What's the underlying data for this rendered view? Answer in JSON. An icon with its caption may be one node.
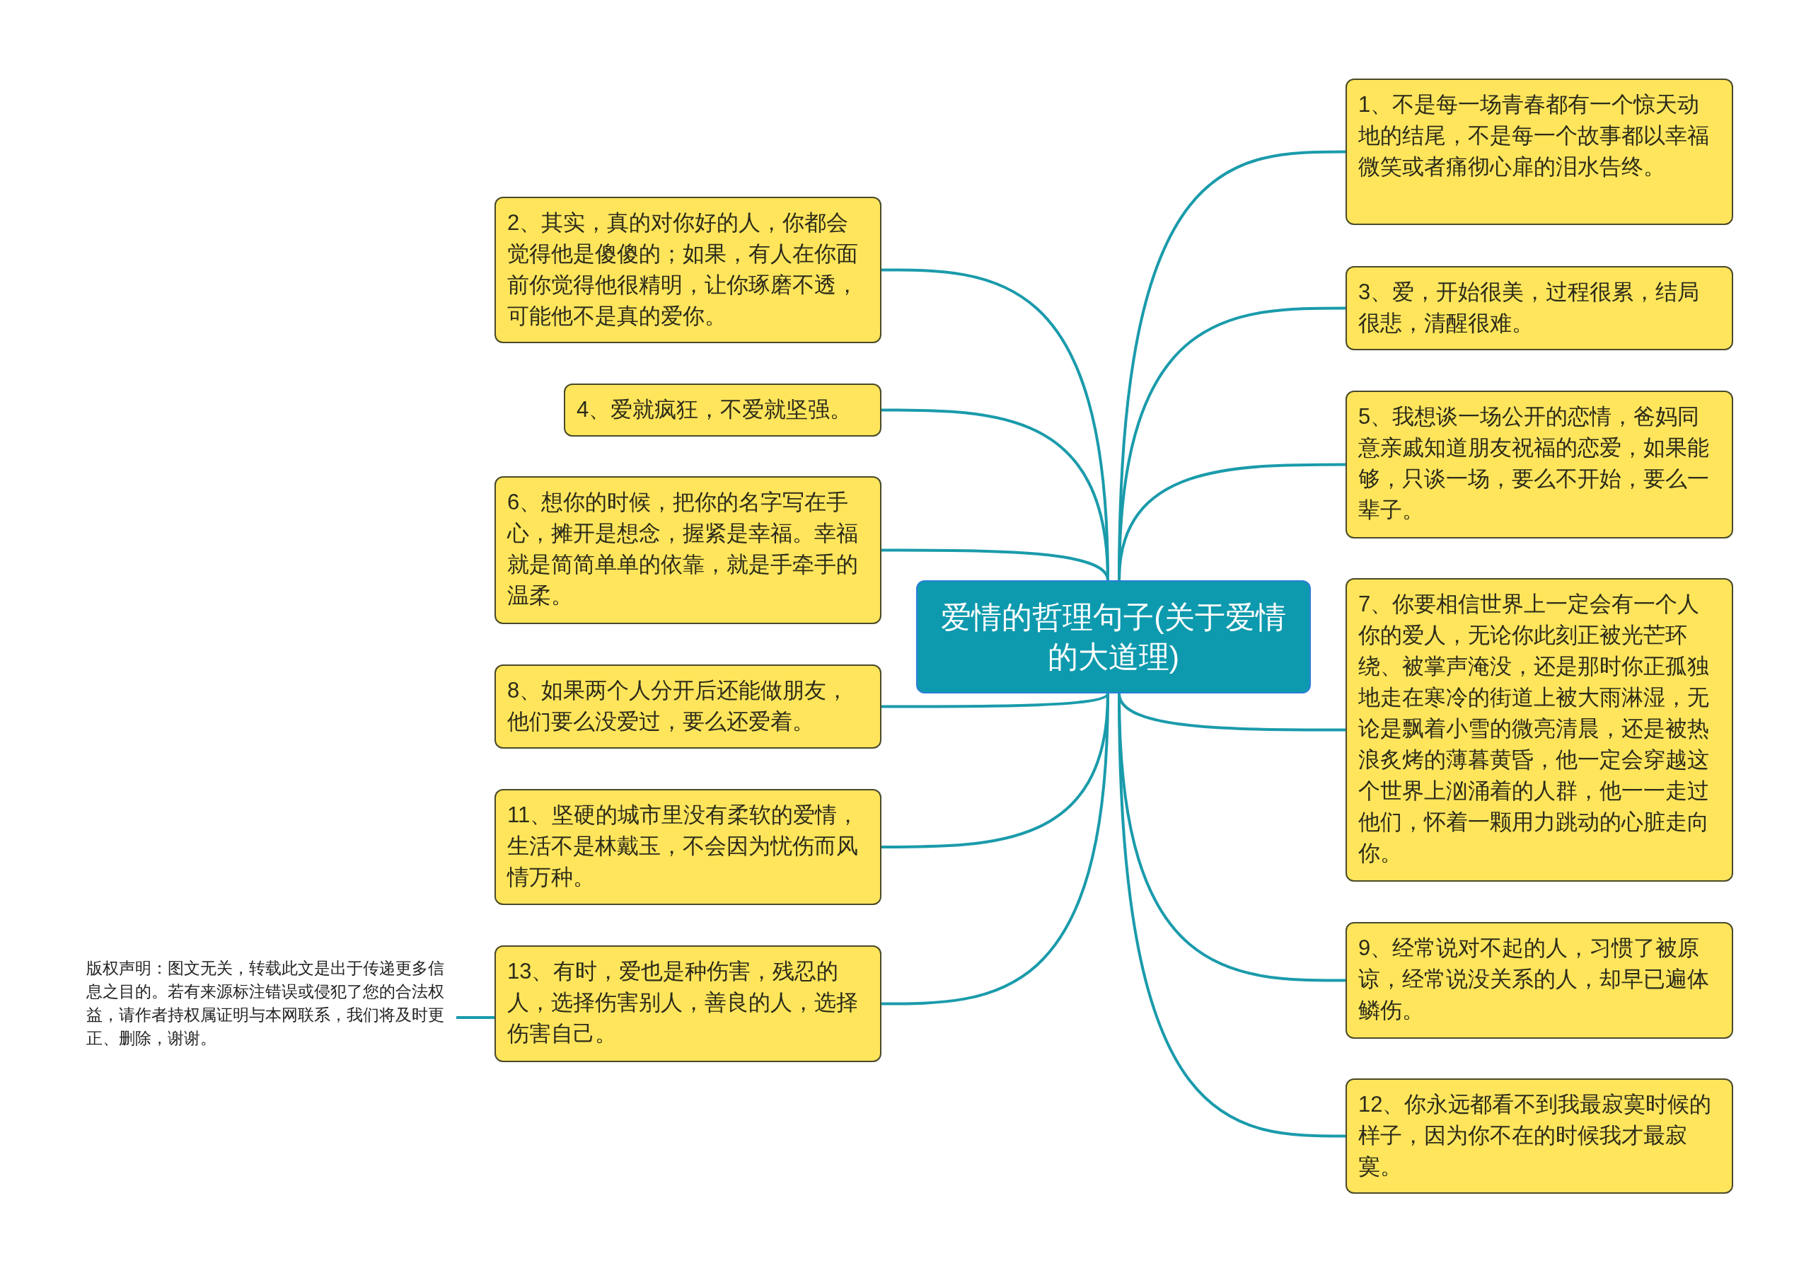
{
  "diagram": {
    "nodes": [
      {
        "text": [
          "爱情的哲理句子(关于爱情的大道理)"
        ]
      },
      {
        "text": [
          "1、不是每一场青春都有一个惊天动地的结尾，不是每一个故事都以幸福微笑或者痛彻心扉的泪水告终。"
        ]
      },
      {
        "text": [
          "2、其实，真的对你好的人，你都会觉得他是傻傻的；如果，有人在你面前你觉得他很精明，让你琢磨不透，可能他不是真的爱你。"
        ]
      },
      {
        "text": [
          "3、爱，开始很美，过程很累，结局很悲，清醒很难。"
        ]
      },
      {
        "text": [
          "4、爱就疯狂，不爱就坚强。"
        ]
      },
      {
        "text": [
          "5、我想谈一场公开的恋情，爸妈同意亲戚知道朋友祝福的恋爱，如果能够，只谈一场，要么不开始，要么一辈子。"
        ]
      },
      {
        "text": [
          "6、想你的时候，把你的名字写在手心，摊开是想念，握紧是幸福。幸福就是简简单单的依靠，就是手牵手的温柔。"
        ]
      },
      {
        "text": [
          "7、你要相信世界上一定会有一个人你的爱人，无论你此刻正被光芒环绕、被掌声淹没，还是那时你正孤独地走在寒冷的街道上被大雨淋湿，无论是飘着小雪的微亮清晨，还是被热浪炙烤的薄暮黄昏，他一定会穿越这个世界上汹涌着的人群，他一一走过他们，怀着一颗用力跳动的心脏走向你。"
        ]
      },
      {
        "text": [
          "8、如果两个人分开后还能做朋友，他们要么没爱过，要么还爱着。"
        ]
      },
      {
        "text": [
          "9、经常说对不起的人，习惯了被原谅，经常说没关系的人，却早已遍体鳞伤。"
        ]
      },
      {
        "text": [
          "11、坚硬的城市里没有柔软的爱情，生活不是林戴玉，不会因为忧伤而风情万种。"
        ]
      },
      {
        "text": [
          "12、你永远都看不到我最寂寞时候的样子，因为你不在的时候我才最寂寞。"
        ]
      },
      {
        "text": [
          "13、有时，爱也是种伤害，残忍的人，选择伤害别人，善良的人，选择伤害自己。"
        ]
      },
      {
        "text": [
          "版权声明：图文无关，转载此文是出于传递更多信息之目的。若有来源标注错误或侵犯了您的合法权益，请作者持权属证明与本网联系，我们将及时更正、删除，谢谢。"
        ]
      }
    ],
    "edges": [
      {
        "from": 0,
        "to": 1,
        "arrow": "none"
      },
      {
        "from": 0,
        "to": 2,
        "arrow": "none"
      },
      {
        "from": 0,
        "to": 3,
        "arrow": "none"
      },
      {
        "from": 0,
        "to": 4,
        "arrow": "none"
      },
      {
        "from": 0,
        "to": 5,
        "arrow": "none"
      },
      {
        "from": 0,
        "to": 6,
        "arrow": "none"
      },
      {
        "from": 0,
        "to": 7,
        "arrow": "none"
      },
      {
        "from": 0,
        "to": 8,
        "arrow": "none"
      },
      {
        "from": 0,
        "to": 9,
        "arrow": "none"
      },
      {
        "from": 0,
        "to": 10,
        "arrow": "none"
      },
      {
        "from": 0,
        "to": 11,
        "arrow": "none"
      },
      {
        "from": 0,
        "to": 12,
        "arrow": "none"
      },
      {
        "from": 12,
        "to": 13,
        "arrow": "none"
      }
    ]
  }
}
